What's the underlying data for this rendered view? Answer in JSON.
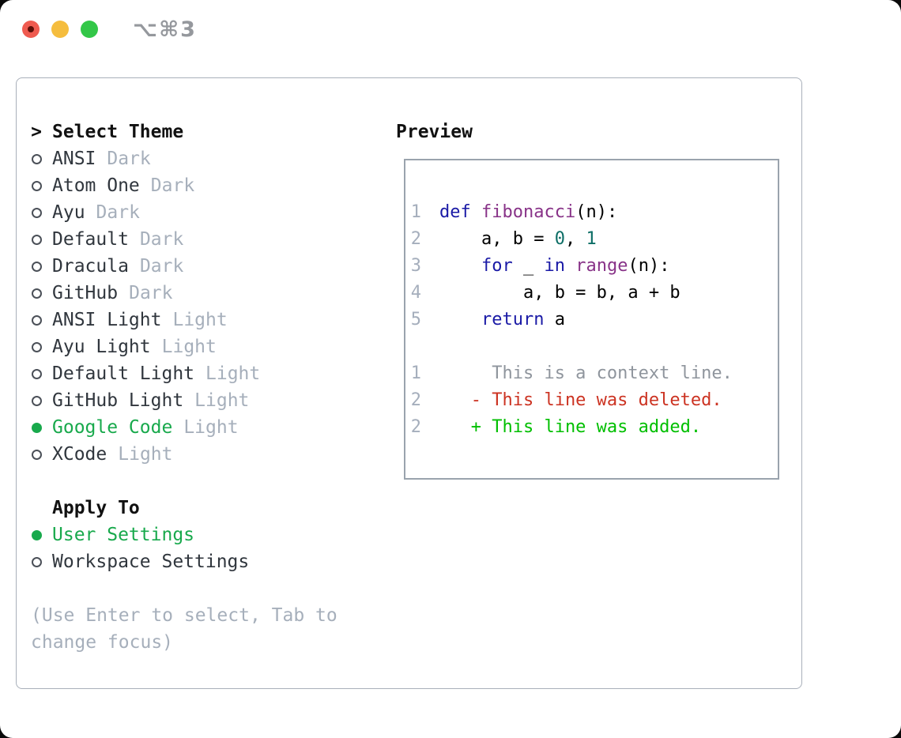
{
  "colors": {
    "kw": "#1a1aa6",
    "fn": "#883388",
    "lit": "#0d6e66",
    "pl": "#000000",
    "ln": "#a5aebc",
    "ctx": "#8f959d",
    "del": "#cc3322",
    "add": "#00bf00",
    "accent": "#18a94c",
    "text": "#30363d",
    "muted": "#a6afbb",
    "border": "#9aa3ad",
    "traffic_red": "#ef5b50",
    "traffic_yellow": "#f5bd3e",
    "traffic_green": "#33c748"
  },
  "titlebar": {
    "shortcut_label": "⌥⌘3"
  },
  "theme_panel": {
    "cursor": ">",
    "title": "Select Theme",
    "items": [
      {
        "name": "ANSI",
        "variant": "Dark",
        "selected": false
      },
      {
        "name": "Atom One",
        "variant": "Dark",
        "selected": false
      },
      {
        "name": "Ayu",
        "variant": "Dark",
        "selected": false
      },
      {
        "name": "Default",
        "variant": "Dark",
        "selected": false
      },
      {
        "name": "Dracula",
        "variant": "Dark",
        "selected": false
      },
      {
        "name": "GitHub",
        "variant": "Dark",
        "selected": false
      },
      {
        "name": "ANSI Light",
        "variant": "Light",
        "selected": false
      },
      {
        "name": "Ayu Light",
        "variant": "Light",
        "selected": false
      },
      {
        "name": "Default Light",
        "variant": "Light",
        "selected": false
      },
      {
        "name": "GitHub Light",
        "variant": "Light",
        "selected": false
      },
      {
        "name": "Google Code",
        "variant": "Light",
        "selected": true
      },
      {
        "name": "XCode",
        "variant": "Light",
        "selected": false
      }
    ],
    "apply_to": {
      "title": "Apply To",
      "options": [
        {
          "label": "User Settings",
          "selected": true
        },
        {
          "label": "Workspace Settings",
          "selected": false
        }
      ]
    },
    "help_text": "(Use Enter to select, Tab to change focus)"
  },
  "preview": {
    "title": "Preview",
    "lines": [
      {
        "ln": "",
        "tokens": []
      },
      {
        "ln": "1",
        "tokens": [
          {
            "c": "kw",
            "t": "def"
          },
          {
            "c": "pl",
            "t": " "
          },
          {
            "c": "fn",
            "t": "fibonacci"
          },
          {
            "c": "pl",
            "t": "(n):"
          }
        ]
      },
      {
        "ln": "2",
        "tokens": [
          {
            "c": "pl",
            "t": "    a, b = "
          },
          {
            "c": "lit",
            "t": "0"
          },
          {
            "c": "pl",
            "t": ", "
          },
          {
            "c": "lit",
            "t": "1"
          }
        ]
      },
      {
        "ln": "3",
        "tokens": [
          {
            "c": "pl",
            "t": "    "
          },
          {
            "c": "kw",
            "t": "for"
          },
          {
            "c": "pl",
            "t": " _ "
          },
          {
            "c": "kw",
            "t": "in"
          },
          {
            "c": "pl",
            "t": " "
          },
          {
            "c": "fn",
            "t": "range"
          },
          {
            "c": "pl",
            "t": "(n):"
          }
        ]
      },
      {
        "ln": "4",
        "tokens": [
          {
            "c": "pl",
            "t": "        a, b = b, a + b"
          }
        ]
      },
      {
        "ln": "5",
        "tokens": [
          {
            "c": "pl",
            "t": "    "
          },
          {
            "c": "kw",
            "t": "return"
          },
          {
            "c": "pl",
            "t": " a"
          }
        ]
      },
      {
        "ln": "",
        "tokens": []
      },
      {
        "ln": "1",
        "tokens": [
          {
            "c": "ctx",
            "t": "     This is a context line."
          }
        ]
      },
      {
        "ln": "2",
        "tokens": [
          {
            "c": "del",
            "t": "   - This line was deleted."
          }
        ]
      },
      {
        "ln": "2",
        "tokens": [
          {
            "c": "add",
            "t": "   + This line was added."
          }
        ]
      }
    ]
  }
}
